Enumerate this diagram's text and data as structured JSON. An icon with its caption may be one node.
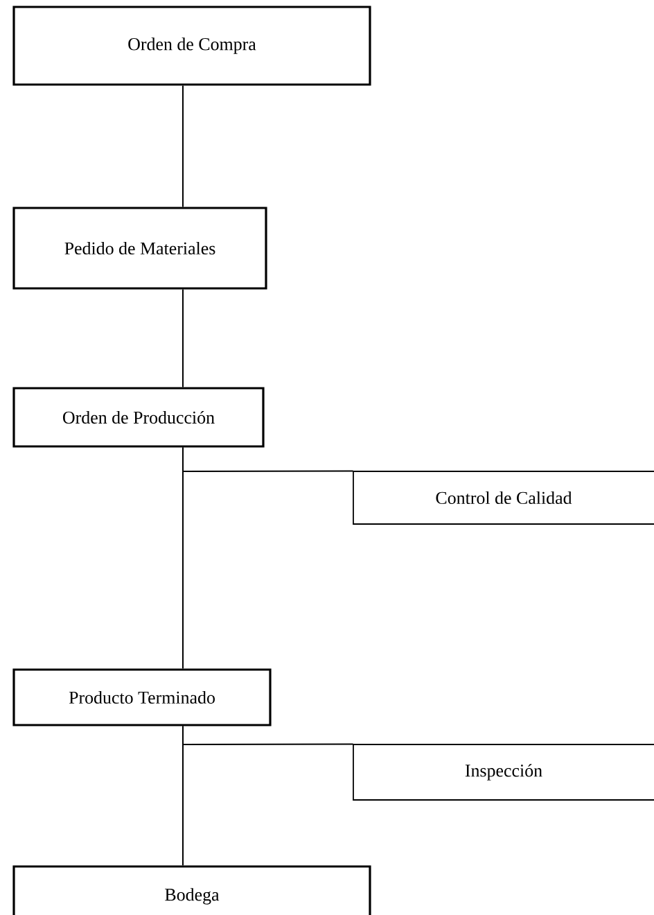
{
  "diagram": {
    "nodes": [
      {
        "text": [
          "Orden de Compra"
        ]
      },
      {
        "text": [
          "Pedido de Materiales"
        ]
      },
      {
        "text": [
          "Orden de Producción"
        ]
      },
      {
        "text": [
          "Control de Calidad"
        ]
      },
      {
        "text": [
          "Producto Terminado"
        ]
      },
      {
        "text": [
          "Inspección"
        ]
      },
      {
        "text": [
          "Bodega"
        ]
      }
    ],
    "edges": [
      {
        "from": 0,
        "to": 1,
        "arrow": "none"
      },
      {
        "from": 1,
        "to": 2,
        "arrow": "none"
      },
      {
        "from": 2,
        "to": 3,
        "arrow": "none"
      },
      {
        "from": 2,
        "to": 4,
        "arrow": "none"
      },
      {
        "from": 4,
        "to": 5,
        "arrow": "none"
      },
      {
        "from": 4,
        "to": 6,
        "arrow": "none"
      }
    ]
  }
}
